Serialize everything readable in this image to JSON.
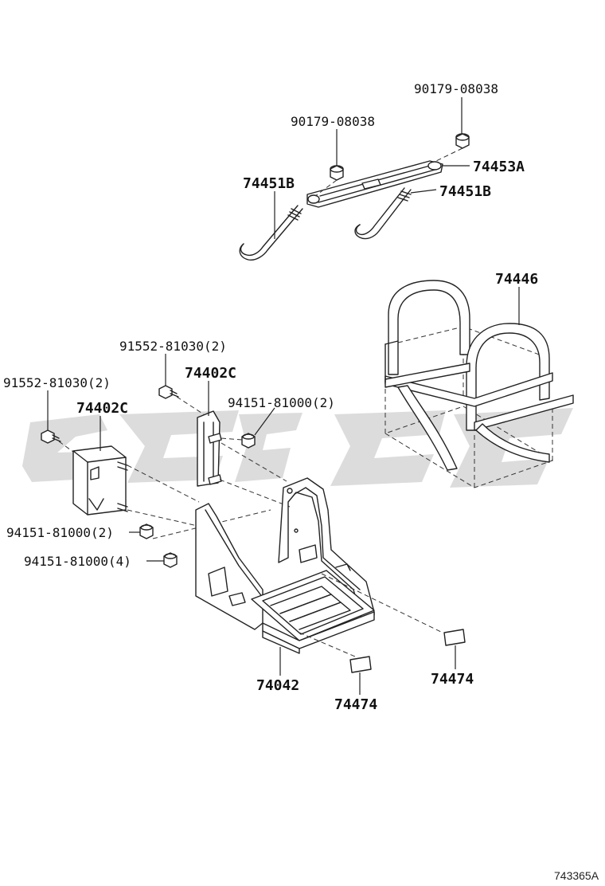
{
  "labels": {
    "nut_top_right": "90179-08038",
    "nut_top_left": "90179-08038",
    "hold_down_clamp": "74453A",
    "bolt_left": "74451B",
    "bolt_right": "74451B",
    "battery_cover": "74446",
    "bolt_upper": "91552-81030(2)",
    "bracket_upper": "74402C",
    "nut_upper": "94151-81000(2)",
    "bolt_left_side": "91552-81030(2)",
    "bracket_left": "74402C",
    "nut_left": "94151-81000(2)",
    "nut_lower": "94151-81000(4)",
    "battery_tray": "74042",
    "pad_center": "74474",
    "pad_right": "74474",
    "diagram_ref": "743365A"
  }
}
